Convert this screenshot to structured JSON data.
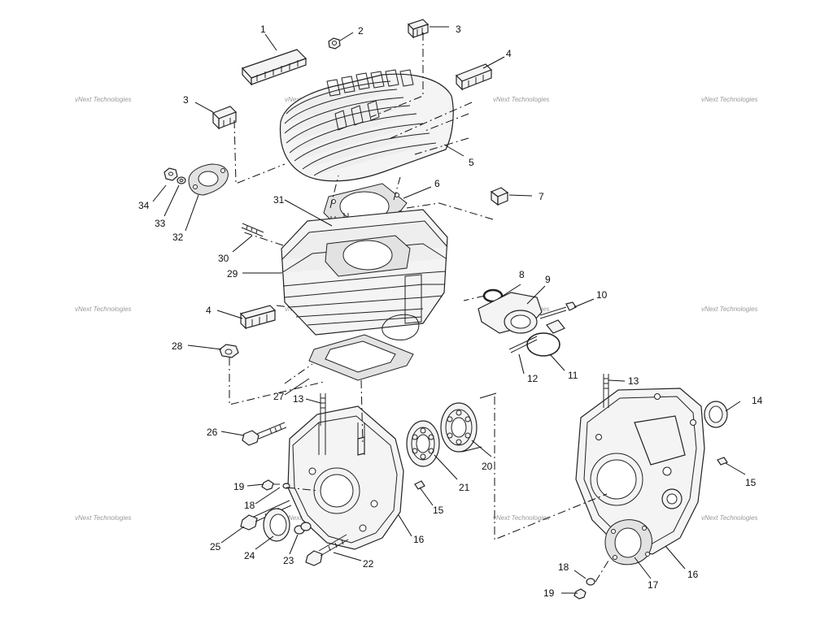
{
  "watermark": "vNext Technologies",
  "labels": {
    "n1": "1",
    "n2": "2",
    "n3a": "3",
    "n3b": "3",
    "n4a": "4",
    "n4b": "4",
    "n5": "5",
    "n6": "6",
    "n7": "7",
    "n8": "8",
    "n9": "9",
    "n10": "10",
    "n11": "11",
    "n12": "12",
    "n13a": "13",
    "n13b": "13",
    "n14": "14",
    "n15a": "15",
    "n15b": "15",
    "n16a": "16",
    "n16b": "16",
    "n17": "17",
    "n18a": "18",
    "n18b": "18",
    "n19a": "19",
    "n19b": "19",
    "n20": "20",
    "n21": "21",
    "n22": "22",
    "n23": "23",
    "n24": "24",
    "n25": "25",
    "n26": "26",
    "n27": "27",
    "n28": "28",
    "n29": "29",
    "n30": "30",
    "n31": "31",
    "n32": "32",
    "n33": "33",
    "n34": "34"
  }
}
